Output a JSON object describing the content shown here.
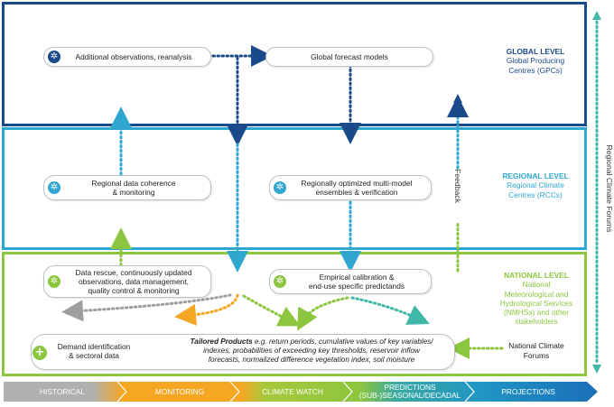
{
  "levels": {
    "global": {
      "title": "GLOBAL LEVEL",
      "sub1": "Global Producing",
      "sub2": "Centres (GPCs)"
    },
    "regional": {
      "title": "REGIONAL LEVEL",
      "sub1": "Regional Climate",
      "sub2": "Centres (RCCs)"
    },
    "national": {
      "title": "NATIONAL LEVEL",
      "sub1": "National",
      "sub2": "Meteorological and",
      "sub3": "Hydrological Services",
      "sub4": "(NMHSs) and other",
      "sub5": "stakeholders"
    }
  },
  "boxes": {
    "additional_obs": "Additional observations, reanalysis",
    "global_models": "Global forecast models",
    "regional_coherence_1": "Regional data coherence",
    "regional_coherence_2": "& monitoring",
    "regional_ensembles_1": "Regionally optimized multi-model",
    "regional_ensembles_2": "ensembles & verification",
    "data_rescue_1": "Data rescue, continuously updated",
    "data_rescue_2": "observations, data management,",
    "data_rescue_3": "quality control & monitoring",
    "empirical_1": "Empirical calibration &",
    "empirical_2": "end-use specific predictands",
    "demand_1": "Demand identification",
    "demand_2": "& sectoral data"
  },
  "tailored": {
    "bold": "Tailored Products",
    "line1": " e.g. return periods, cumulative values of key variables/",
    "line2": "indexes, probabilities of exceeding  key thresholds, reservoir inflow",
    "line3": "forecasts, normalized difference vegetation index, soil moisture"
  },
  "national_forums_1": "National Climate",
  "national_forums_2": "Forums",
  "feedback": "Feedback",
  "regional_forums": "Regional Climate Forums",
  "timeline": [
    "HISTORICAL",
    "MONITORING",
    "CLIMATE WATCH",
    "PREDICTIONS (SUB-)SEASONAL/DECADAL",
    "PROJECTIONS"
  ],
  "timeline_lines": {
    "predictions_1": "PREDICTIONS",
    "predictions_2": "(SUB-)SEASONAL/DECADAL"
  },
  "colors": {
    "global": "#1a4a8a",
    "regional": "#2fa7d1",
    "national": "#8cc63f",
    "teal": "#3fb8a8",
    "orange": "#f5a623",
    "gray": "#9e9e9e"
  },
  "icons": {
    "process": "gear-icon",
    "demand": "plus-icon"
  }
}
